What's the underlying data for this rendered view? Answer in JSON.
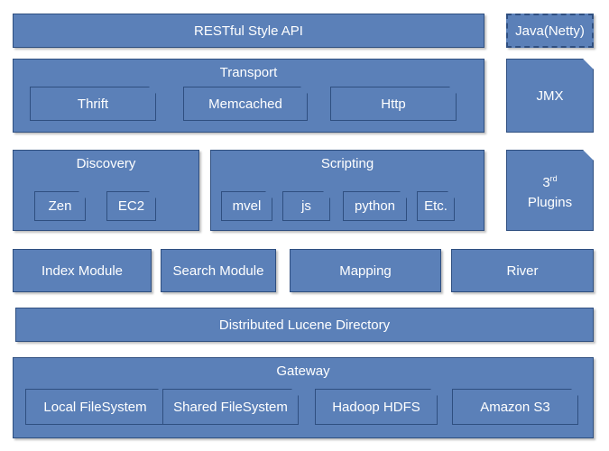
{
  "api": "RESTful Style API",
  "java": "Java(Netty)",
  "transport": {
    "title": "Transport",
    "items": [
      "Thrift",
      "Memcached",
      "Http"
    ]
  },
  "jmx": "JMX",
  "discovery": {
    "title": "Discovery",
    "items": [
      "Zen",
      "EC2"
    ]
  },
  "scripting": {
    "title": "Scripting",
    "items": [
      "mvel",
      "js",
      "python",
      "Etc."
    ]
  },
  "plugins": {
    "sup": "rd",
    "base": "3",
    "label": "Plugins"
  },
  "modules": [
    "Index Module",
    "Search Module",
    "Mapping",
    "River"
  ],
  "lucene": "Distributed Lucene Directory",
  "gateway": {
    "title": "Gateway",
    "items": [
      "Local FileSystem",
      "Shared FileSystem",
      "Hadoop HDFS",
      "Amazon S3"
    ]
  },
  "colors": {
    "fill": "#5b80b8",
    "border": "#2f4f80",
    "text": "#ffffff"
  }
}
